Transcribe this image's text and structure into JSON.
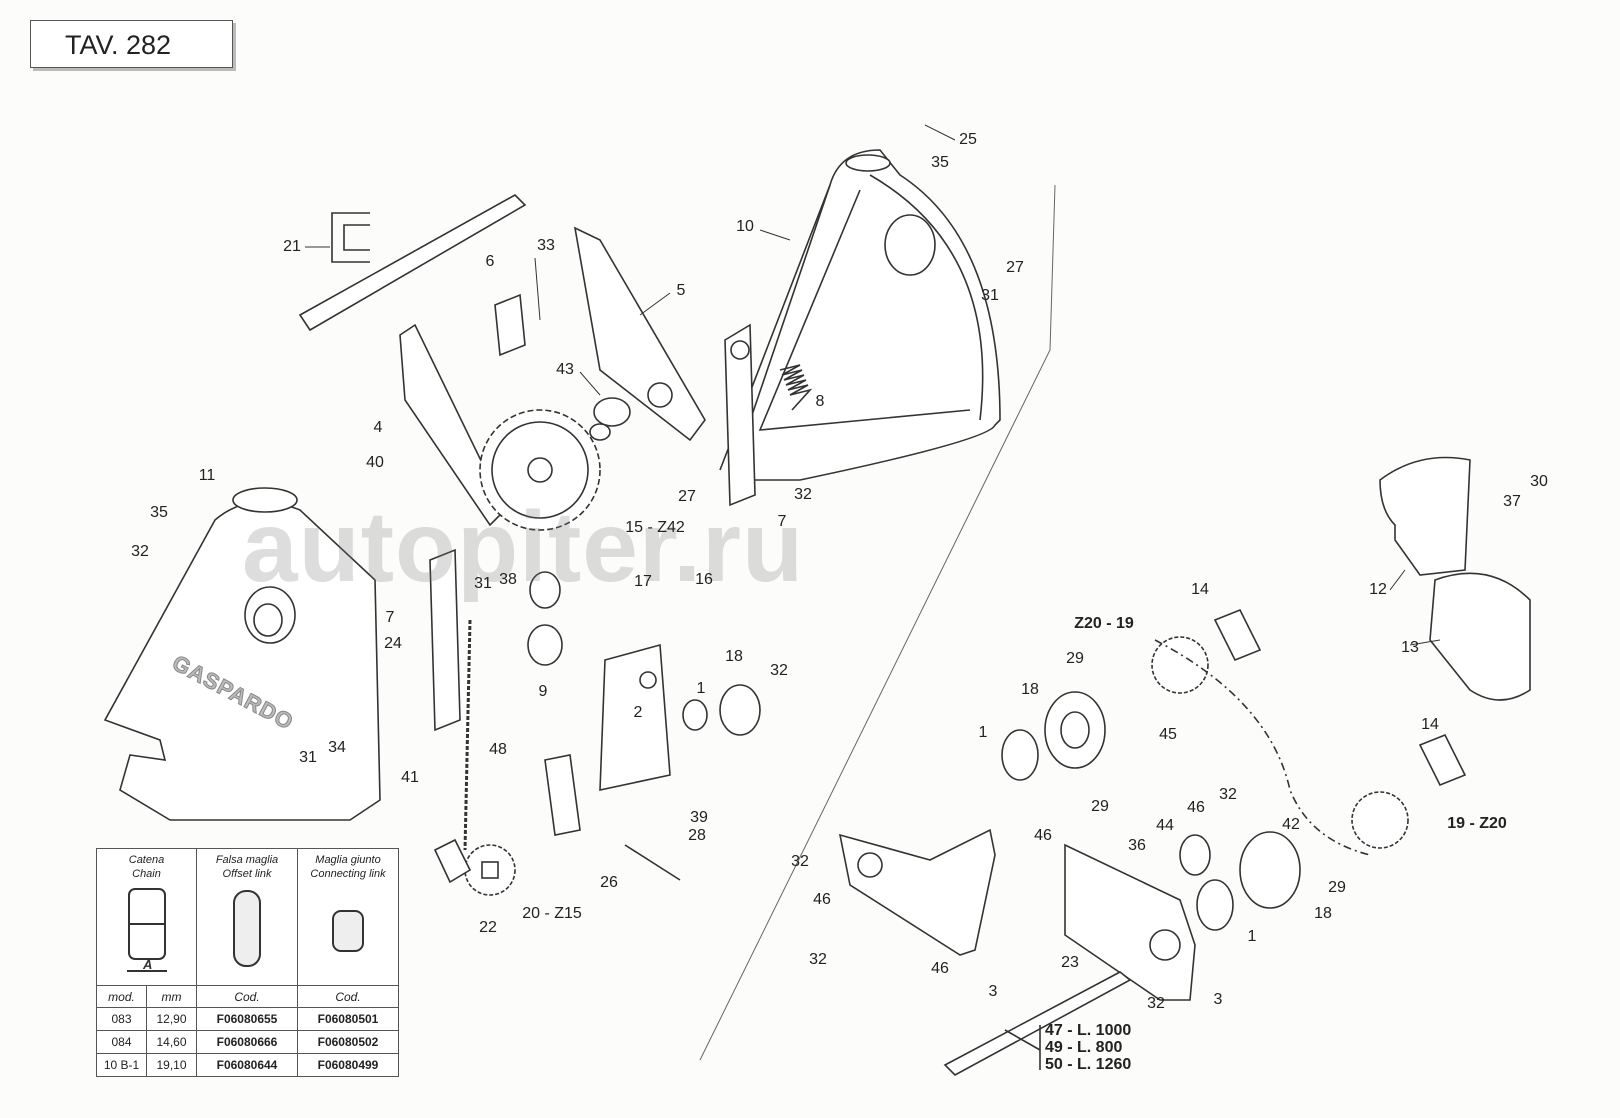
{
  "title": "TAV. 282",
  "brand_text": "GASPARDO",
  "watermark": "autopiter.ru",
  "callouts": [
    "25",
    "35",
    "10",
    "27",
    "31",
    "21",
    "33",
    "6",
    "5",
    "43",
    "8",
    "4",
    "40",
    "11",
    "35",
    "32",
    "27",
    "32",
    "7",
    "15 - Z42",
    "31",
    "38",
    "17",
    "16",
    "7",
    "24",
    "9",
    "18",
    "1",
    "32",
    "2",
    "31",
    "34",
    "48",
    "41",
    "39",
    "28",
    "26",
    "22",
    "20 - Z15",
    "30",
    "37",
    "12",
    "14",
    "13",
    "Z20 - 19",
    "29",
    "18",
    "45",
    "1",
    "29",
    "46",
    "32",
    "42",
    "19 - Z20",
    "46",
    "44",
    "36",
    "32",
    "29",
    "18",
    "1",
    "46",
    "32",
    "46",
    "3",
    "23",
    "32",
    "3",
    "14"
  ],
  "bar_lengths": [
    "47 - L. 1000",
    "49 - L. 800",
    "50 - L. 1260"
  ],
  "chain_table": {
    "headers": [
      {
        "it": "Catena",
        "en": "Chain"
      },
      {
        "it": "Falsa maglia",
        "en": "Offset link"
      },
      {
        "it": "Maglia giunto",
        "en": "Connecting link"
      }
    ],
    "dimension_label": "A",
    "subheaders": [
      "mod.",
      "mm",
      "Cod.",
      "Cod."
    ],
    "rows": [
      [
        "083",
        "12,90",
        "F06080655",
        "F06080501"
      ],
      [
        "084",
        "14,60",
        "F06080666",
        "F06080502"
      ],
      [
        "10 B-1",
        "19,10",
        "F06080644",
        "F06080499"
      ]
    ]
  }
}
